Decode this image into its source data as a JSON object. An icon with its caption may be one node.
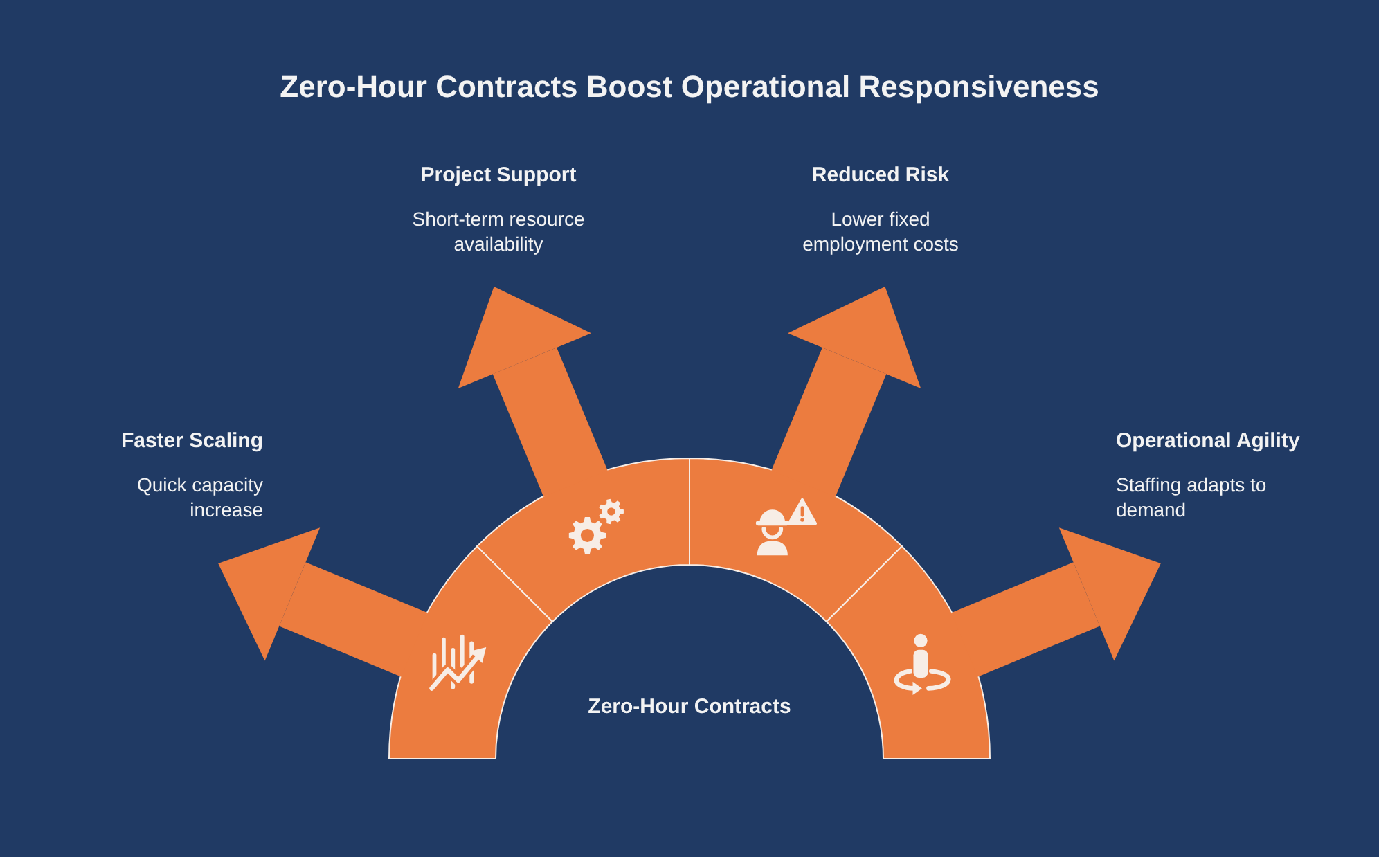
{
  "diagram": {
    "title": "Zero-Hour Contracts Boost Operational Responsiveness",
    "nodes": [
      {
        "text": [
          "Project Support",
          "Short-term resource availability"
        ]
      },
      {
        "text": [
          "Reduced Risk",
          "Lower fixed employment costs"
        ]
      },
      {
        "text": [
          "Faster Scaling",
          "Quick capacity increase"
        ]
      },
      {
        "text": [
          "Operational Agility",
          "Staffing adapts to demand"
        ]
      },
      {
        "text": [],
        "shape": "arc"
      },
      {
        "text": [],
        "shape": "arc"
      },
      {
        "text": [],
        "shape": "arc"
      },
      {
        "text": [],
        "shape": "arc"
      }
    ],
    "edges": [
      {
        "from": 4,
        "to": 2,
        "arrow": "to"
      },
      {
        "from": 5,
        "to": 0,
        "arrow": "to"
      },
      {
        "from": 6,
        "to": 1,
        "arrow": "to"
      },
      {
        "from": 7,
        "to": 3,
        "arrow": "to"
      }
    ],
    "labels": [
      "Zero-Hour Contracts"
    ]
  }
}
